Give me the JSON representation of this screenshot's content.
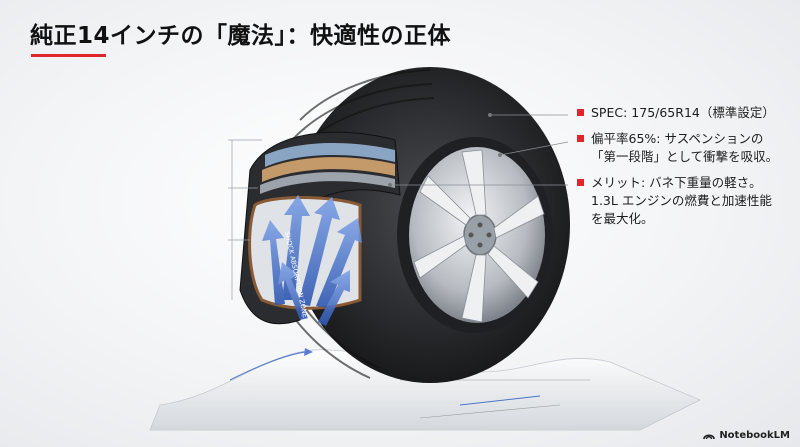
{
  "title": "純正14インチの「魔法」：快適性の正体",
  "bullets": [
    {
      "line1": "SPEC: 175/65R14（標準設定）",
      "line2": "",
      "line3": ""
    },
    {
      "line1": "偏平率65%: サスペンションの",
      "line2": "「第一段階」として衝撃を吸収。",
      "line3": ""
    },
    {
      "line1": "メリット: バネ下重量の軽さ。",
      "line2": "1.3L エンジンの燃費と加速性能",
      "line3": "を最大化。"
    }
  ],
  "tire_sidewall_text": "SHOCK ABSORPTION ZONE",
  "logo": "NotebookLM",
  "colors": {
    "accent": "#e0262b",
    "arrow": "#4a73c9",
    "tire": "#2a2b2e",
    "rim": "#c9ccd1"
  }
}
